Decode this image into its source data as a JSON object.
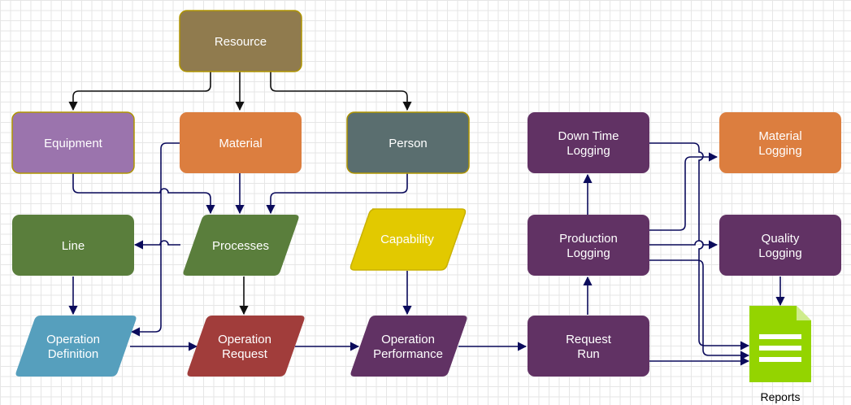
{
  "colors": {
    "resource": "#907b4e",
    "equipment": "#9b74ad",
    "material": "#dc7e3f",
    "person": "#5a6e6f",
    "line": "#5a7e3c",
    "processes": "#5a7e3c",
    "capability": "#e2c900",
    "operation_definition": "#569fbd",
    "operation_request": "#a13d3b",
    "operation_performance": "#613264",
    "request_run": "#613264",
    "production_logging": "#613264",
    "down_time_logging": "#613264",
    "material_logging": "#dc7e3f",
    "quality_logging": "#613264",
    "reports": "#94d400",
    "edge": "#0b0b5c"
  },
  "nodes": {
    "resource": {
      "label": "Resource"
    },
    "equipment": {
      "label": "Equipment"
    },
    "material": {
      "label": "Material"
    },
    "person": {
      "label": "Person"
    },
    "line": {
      "label": "Line"
    },
    "processes": {
      "label": "Processes"
    },
    "capability": {
      "label": "Capability"
    },
    "operation_definition": {
      "line1": "Operation",
      "line2": "Definition"
    },
    "operation_request": {
      "line1": "Operation",
      "line2": "Request"
    },
    "operation_performance": {
      "line1": "Operation",
      "line2": "Performance"
    },
    "request_run": {
      "line1": "Request",
      "line2": "Run"
    },
    "production_logging": {
      "line1": "Production",
      "line2": "Logging"
    },
    "down_time_logging": {
      "line1": "Down Time",
      "line2": "Logging"
    },
    "material_logging": {
      "line1": "Material",
      "line2": "Logging"
    },
    "quality_logging": {
      "line1": "Quality",
      "line2": "Logging"
    },
    "reports": {
      "label": "Reports",
      "icon": "document-icon"
    }
  }
}
